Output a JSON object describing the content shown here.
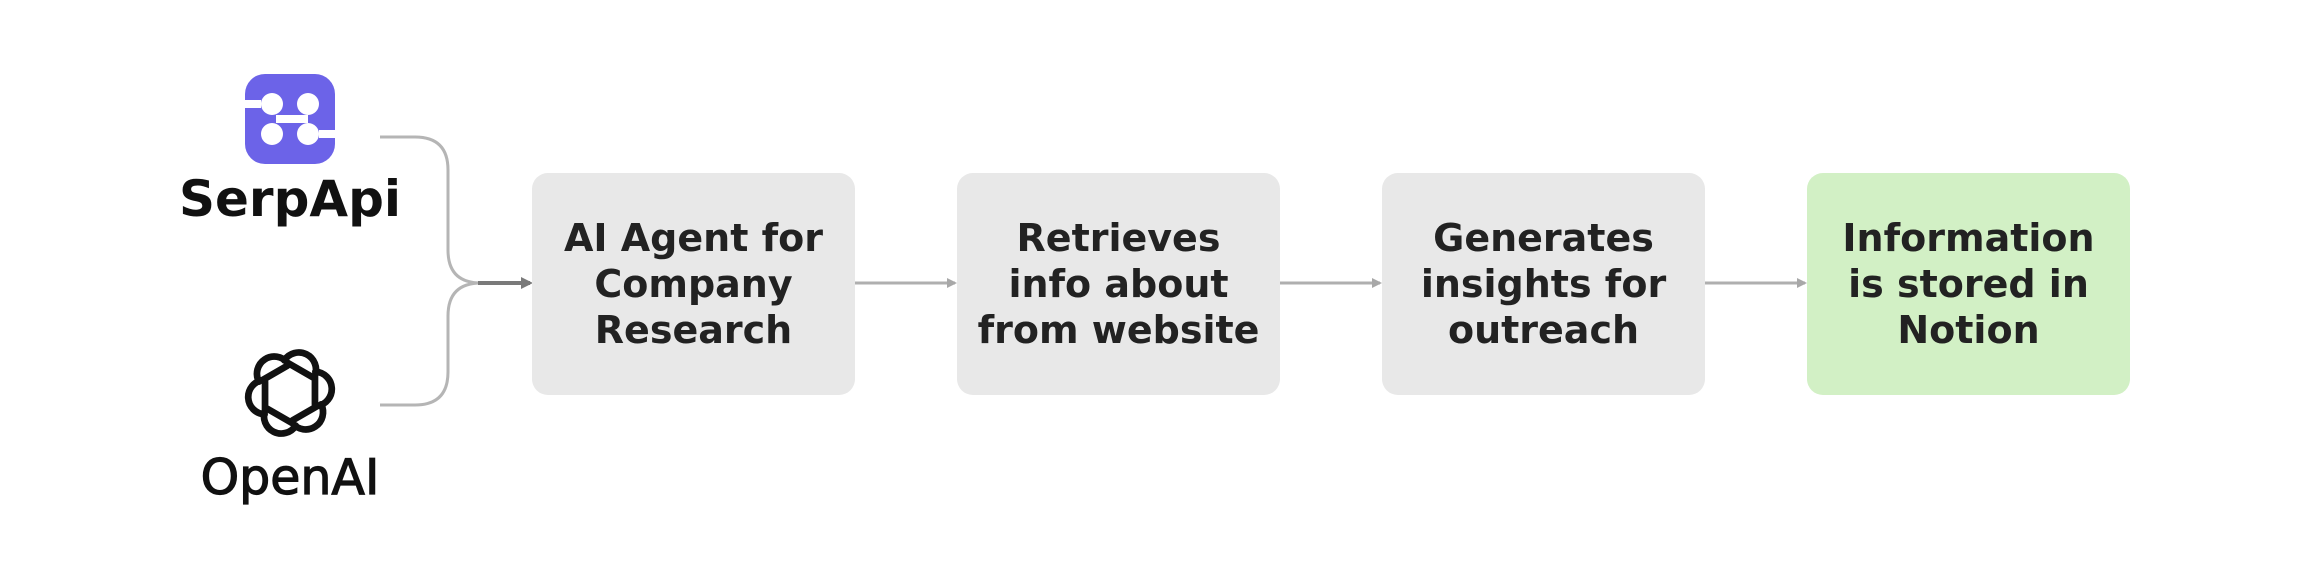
{
  "sources": [
    {
      "name": "SerpApi",
      "icon": "serpapi-logo-icon",
      "color": "#6C63E8"
    },
    {
      "name": "OpenAI",
      "icon": "openai-logo-icon",
      "color": "#111111"
    }
  ],
  "steps": [
    {
      "label": "AI Agent for Company Research",
      "color": "#E8E8E8"
    },
    {
      "label": "Retrieves info about from website",
      "color": "#E8E8E8"
    },
    {
      "label": "Generates insights for outreach",
      "color": "#E8E8E8"
    },
    {
      "label": "Information is stored in Notion",
      "color": "#D2F0C5"
    }
  ],
  "connector_color": "#AAAAAA"
}
